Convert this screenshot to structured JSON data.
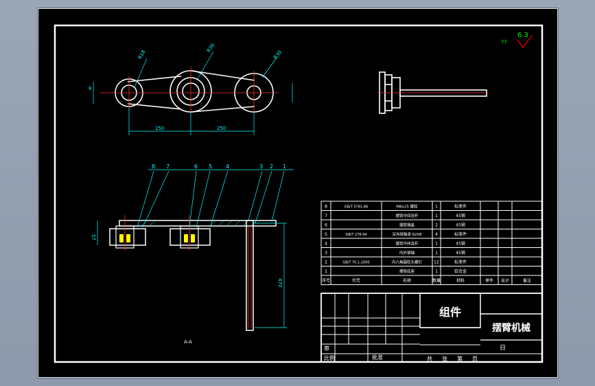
{
  "drawing": {
    "title_block": {
      "part_name": "组件",
      "machine_name": "摆臂机械",
      "row_labels": [
        "审",
        "比例"
      ],
      "mid_label": "批准",
      "school_cells": [
        "共",
        "张",
        "第",
        "页"
      ],
      "date_label": "日"
    },
    "roughness_value": "6.3",
    "roughness_other": "??",
    "view_label": "A-A",
    "dims": {
      "span_left": "250",
      "span_right": "250",
      "height": "470",
      "stack": "57",
      "r_left": "R18",
      "r_mid": "R36",
      "r_right": "R30",
      "small": "8"
    },
    "balloons": [
      "8",
      "7",
      "6",
      "5",
      "4",
      "3",
      "2",
      "1"
    ],
    "bom_header": [
      "序号",
      "代号",
      "名称",
      "数量",
      "材料",
      "单件",
      "总计",
      "备注"
    ],
    "bom_rows": [
      {
        "no": "8",
        "code": "GB/T 5781-86",
        "name": "M8x25 螺栓",
        "qty": "1",
        "mat": "标准件"
      },
      {
        "no": "7",
        "code": "",
        "name": "摆臂中间连杆",
        "qty": "1",
        "mat": "45钢"
      },
      {
        "no": "6",
        "code": "",
        "name": "摆臂端盖",
        "qty": "2",
        "mat": "45钢"
      },
      {
        "no": "5",
        "code": "GB/T 276-94",
        "name": "深沟球轴承 6206",
        "qty": "4",
        "mat": "标准件"
      },
      {
        "no": "4",
        "code": "",
        "name": "摆臂中间连杆",
        "qty": "1",
        "mat": "45钢"
      },
      {
        "no": "3",
        "code": "",
        "name": "内外钢轴",
        "qty": "1",
        "mat": "45钢"
      },
      {
        "no": "2",
        "code": "GB/T 70.1-2000",
        "name": "内六角圆柱头螺钉",
        "qty": "12",
        "mat": "标准件"
      },
      {
        "no": "1",
        "code": "",
        "name": "摆臂底座",
        "qty": "1",
        "mat": "铝合金"
      }
    ]
  },
  "colors": {
    "background": "#000000",
    "line": "#ffffff",
    "dimension": "#00ffff",
    "centerline": "#ff3030",
    "hidden": "#ffff00",
    "roughness": "#ff0000",
    "roughness_other": "#00ff00"
  }
}
